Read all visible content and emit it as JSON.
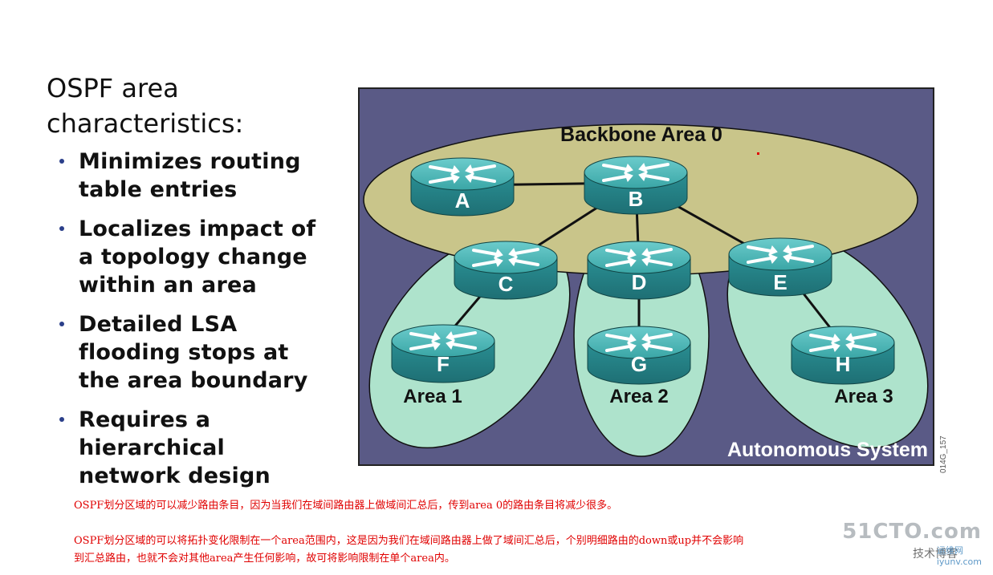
{
  "title": "OSPF area characteristics:",
  "bullets": [
    "Minimizes routing table entries",
    "Localizes impact of a topology change within an area",
    "Detailed LSA flooding stops at the area boundary",
    "Requires a hierarchical network design"
  ],
  "diagram": {
    "backbone_label": "Backbone Area 0",
    "autonomous_label": "Autonomous System",
    "area_labels": [
      "Area 1",
      "Area 2",
      "Area 3"
    ],
    "routers": [
      "A",
      "B",
      "C",
      "D",
      "E",
      "F",
      "G",
      "H"
    ],
    "figure_code": "014G_157",
    "colors": {
      "background": "#5a5a86",
      "backbone": "#c9c58a",
      "area": "#aee3cc",
      "router": "#3aa6a6"
    }
  },
  "notes": {
    "line1": "OSPF划分区域的可以减少路由条目，因为当我们在域间路由器上做域间汇总后，传到area 0的路由条目将减少很多。",
    "line2": "OSPF划分区域的可以将拓扑变化限制在一个area范围内，这是因为我们在域间路由器上做了域间汇总后，个别明细路由的down或up并不会影响",
    "line3": "到汇总路由，也就不会对其他area产生任何影响，故可将影响限制在单个area内。"
  },
  "watermark": {
    "site": "51CTO.com",
    "tagline": "技术博客",
    "sub": "运维网",
    "url": "iyunv.com"
  }
}
